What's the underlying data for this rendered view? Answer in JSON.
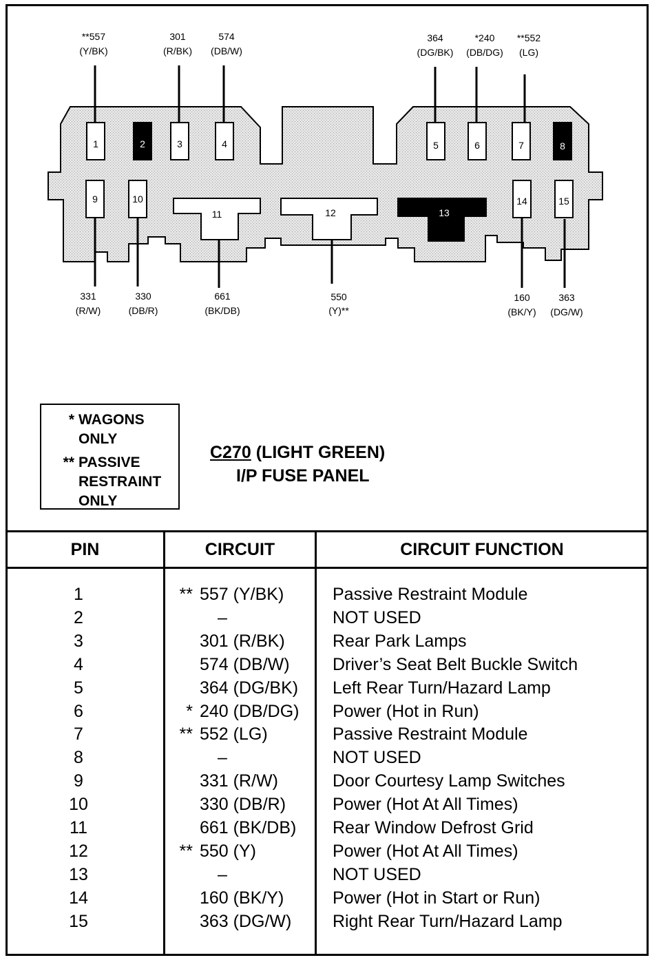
{
  "connector": {
    "code": "C270",
    "color_note": "(LIGHT GREEN)",
    "name": "I/P FUSE PANEL"
  },
  "legend": [
    {
      "mark": "*",
      "text": "WAGONS ONLY",
      "lines": [
        "WAGONS",
        "ONLY"
      ]
    },
    {
      "mark": "**",
      "text": "PASSIVE RESTRAINT ONLY",
      "lines": [
        "PASSIVE",
        "RESTRAINT",
        "ONLY"
      ]
    }
  ],
  "pins": [
    {
      "pin": "1",
      "filled": false
    },
    {
      "pin": "2",
      "filled": true
    },
    {
      "pin": "3",
      "filled": false
    },
    {
      "pin": "4",
      "filled": false
    },
    {
      "pin": "5",
      "filled": false
    },
    {
      "pin": "6",
      "filled": false
    },
    {
      "pin": "7",
      "filled": false
    },
    {
      "pin": "8",
      "filled": true
    },
    {
      "pin": "9",
      "filled": false
    },
    {
      "pin": "10",
      "filled": false
    },
    {
      "pin": "11",
      "filled": false
    },
    {
      "pin": "12",
      "filled": false
    },
    {
      "pin": "13",
      "filled": true
    },
    {
      "pin": "14",
      "filled": false
    },
    {
      "pin": "15",
      "filled": false
    }
  ],
  "wire_labels": [
    {
      "pin": "1",
      "circuit": "**557",
      "color": "(Y/BK)"
    },
    {
      "pin": "3",
      "circuit": "301",
      "color": "(R/BK)"
    },
    {
      "pin": "4",
      "circuit": "574",
      "color": "(DB/W)"
    },
    {
      "pin": "5",
      "circuit": "364",
      "color": "(DG/BK)"
    },
    {
      "pin": "6",
      "circuit": "*240",
      "color": "(DB/DG)"
    },
    {
      "pin": "7",
      "circuit": "**552",
      "color": "(LG)"
    },
    {
      "pin": "9",
      "circuit": "331",
      "color": "(R/W)"
    },
    {
      "pin": "10",
      "circuit": "330",
      "color": "(DB/R)"
    },
    {
      "pin": "11",
      "circuit": "661",
      "color": "(BK/DB)"
    },
    {
      "pin": "12",
      "circuit": "550",
      "color": "(Y)**"
    },
    {
      "pin": "14",
      "circuit": "160",
      "color": "(BK/Y)"
    },
    {
      "pin": "15",
      "circuit": "363",
      "color": "(DG/W)"
    }
  ],
  "table": {
    "headers": {
      "pin": "PIN",
      "circuit": "CIRCUIT",
      "function": "CIRCUIT FUNCTION"
    },
    "rows": [
      {
        "pin": "1",
        "mark": "**",
        "circuit": "557 (Y/BK)",
        "function": "Passive Restraint Module"
      },
      {
        "pin": "2",
        "mark": "",
        "circuit": "–",
        "function": "NOT USED"
      },
      {
        "pin": "3",
        "mark": "",
        "circuit": "301 (R/BK)",
        "function": "Rear Park Lamps"
      },
      {
        "pin": "4",
        "mark": "",
        "circuit": "574 (DB/W)",
        "function": "Driver’s Seat Belt Buckle Switch"
      },
      {
        "pin": "5",
        "mark": "",
        "circuit": "364 (DG/BK)",
        "function": "Left Rear Turn/Hazard Lamp"
      },
      {
        "pin": "6",
        "mark": "*",
        "circuit": "240 (DB/DG)",
        "function": "Power (Hot in Run)"
      },
      {
        "pin": "7",
        "mark": "**",
        "circuit": "552 (LG)",
        "function": "Passive Restraint Module"
      },
      {
        "pin": "8",
        "mark": "",
        "circuit": "–",
        "function": "NOT USED"
      },
      {
        "pin": "9",
        "mark": "",
        "circuit": "331 (R/W)",
        "function": "Door Courtesy Lamp Switches"
      },
      {
        "pin": "10",
        "mark": "",
        "circuit": "330 (DB/R)",
        "function": "Power (Hot At All Times)"
      },
      {
        "pin": "11",
        "mark": "",
        "circuit": "661 (BK/DB)",
        "function": "Rear Window Defrost Grid"
      },
      {
        "pin": "12",
        "mark": "**",
        "circuit": "550 (Y)",
        "function": "Power (Hot At All Times)"
      },
      {
        "pin": "13",
        "mark": "",
        "circuit": "–",
        "function": "NOT USED"
      },
      {
        "pin": "14",
        "mark": "",
        "circuit": "160 (BK/Y)",
        "function": "Power (Hot in Start or Run)"
      },
      {
        "pin": "15",
        "mark": "",
        "circuit": "363 (DG/W)",
        "function": "Right Rear Turn/Hazard Lamp"
      }
    ]
  },
  "colors": {
    "body_fill": "#e4e4e4",
    "ink": "#000000",
    "cavity_fill": "#ffffff"
  }
}
